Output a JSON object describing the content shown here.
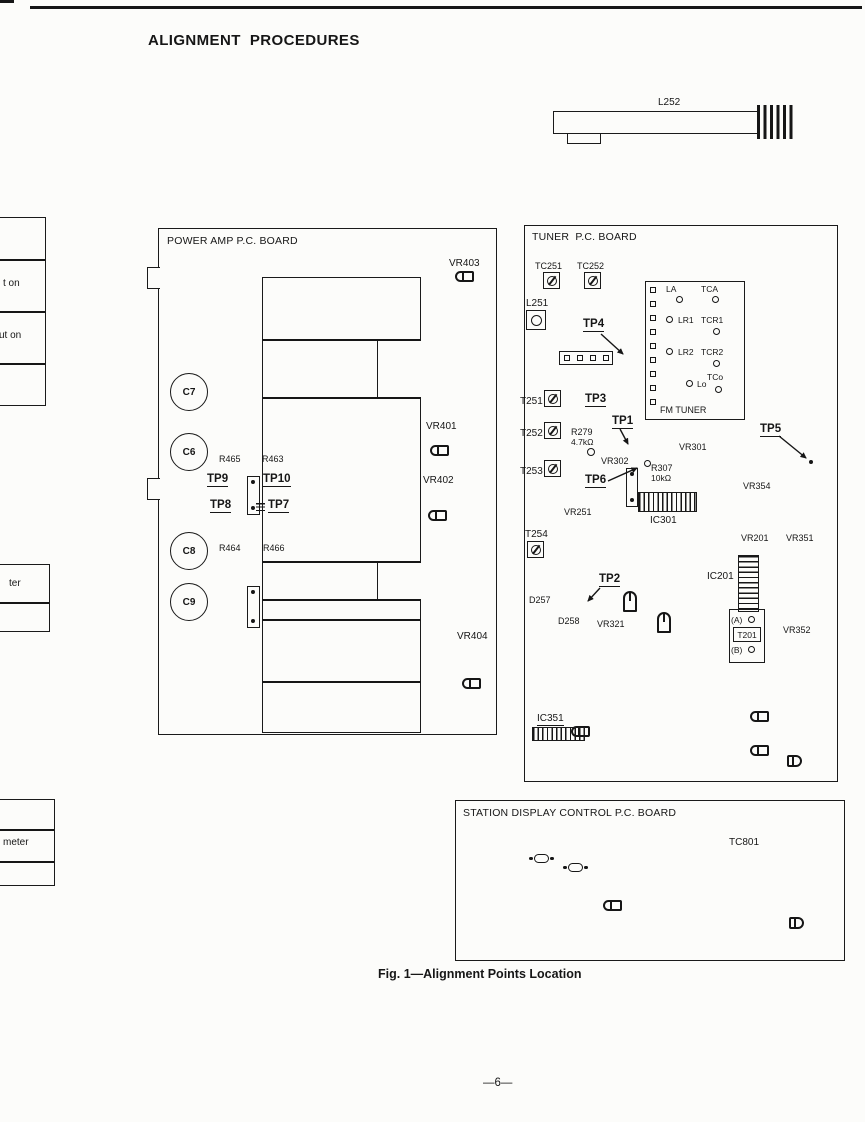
{
  "page": {
    "title": "ALIGNMENT  PROCEDURES",
    "caption": "Fig. 1—Alignment Points Location",
    "page_number": "—6—"
  },
  "top_area": {
    "l252_label": "L252"
  },
  "left_fragments": {
    "row_t_on": "t on",
    "row_ut_on": "ut on",
    "row_ter": "ter",
    "row_meter": "meter"
  },
  "power_amp": {
    "title": "POWER AMP P.C. BOARD",
    "vr403": "VR403",
    "vr401": "VR401",
    "vr402": "VR402",
    "vr404": "VR404",
    "c7": "C7",
    "c6": "C6",
    "c8": "C8",
    "c9": "C9",
    "r465": "R465",
    "r463": "R463",
    "r464": "R464",
    "r466": "R466",
    "tp9": "TP9",
    "tp10": "TP10",
    "tp8": "TP8",
    "tp7": "TP7"
  },
  "tuner": {
    "title": "TUNER  P.C. BOARD",
    "tc251": "TC251",
    "tc252": "TC252",
    "l251": "L251",
    "fm_tuner": {
      "label": "FM TUNER",
      "la": "LA",
      "tca": "TCA",
      "lr1": "LR1",
      "tcr1": "TCR1",
      "lr2": "LR2",
      "tcr2": "TCR2",
      "lo": "Lo",
      "tco": "TCo"
    },
    "tp1": "TP1",
    "tp2": "TP2",
    "tp3": "TP3",
    "tp4": "TP4",
    "tp5": "TP5",
    "tp6": "TP6",
    "t251": "T251",
    "t252": "T252",
    "t253": "T253",
    "t254": "T254",
    "r279": "R279",
    "r279_value": "4.7kΩ",
    "r307": "R307",
    "r307_value": "10kΩ",
    "vr301": "VR301",
    "vr302": "VR302",
    "vr321": "VR321",
    "vr251": "VR251",
    "vr354": "VR354",
    "vr201": "VR201",
    "vr351": "VR351",
    "vr352": "VR352",
    "ic301": "IC301",
    "ic201": "IC201",
    "ic351": "IC351",
    "d257": "D257",
    "d258": "D258",
    "t201": {
      "a": "(A)",
      "label": "T201",
      "b": "(B)"
    }
  },
  "station_display": {
    "title": "STATION DISPLAY CONTROL P.C. BOARD",
    "tc801": "TC801"
  }
}
